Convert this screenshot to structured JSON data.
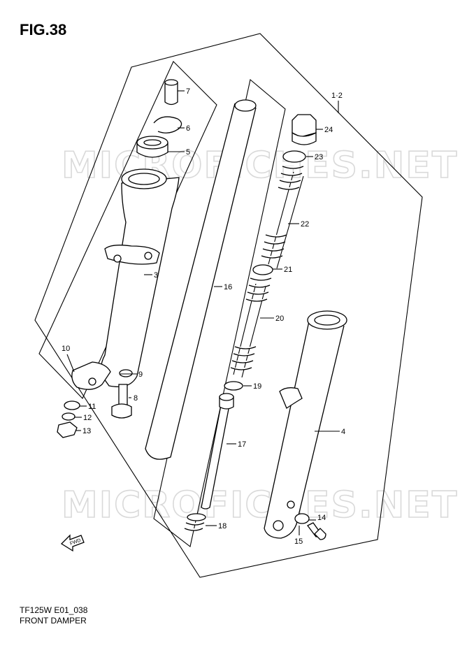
{
  "figure": {
    "title": "FIG.38"
  },
  "footer": {
    "code": "TF125W E01_038",
    "name": "FRONT DAMPER"
  },
  "watermarks": [
    "MICROFICHES.NET",
    "MICROFICHES.NET"
  ],
  "callouts": {
    "assembly": "1·2",
    "p3": "3",
    "p4": "4",
    "p5": "5",
    "p6": "6",
    "p7": "7",
    "p8": "8",
    "p9": "9",
    "p10": "10",
    "p11": "11",
    "p12": "12",
    "p13": "13",
    "p14": "14",
    "p15": "15",
    "p16": "16",
    "p17": "17",
    "p18": "18",
    "p19": "19",
    "p20": "20",
    "p21": "21",
    "p22": "22",
    "p23": "23",
    "p24": "24"
  },
  "fwd_label": "FWD"
}
